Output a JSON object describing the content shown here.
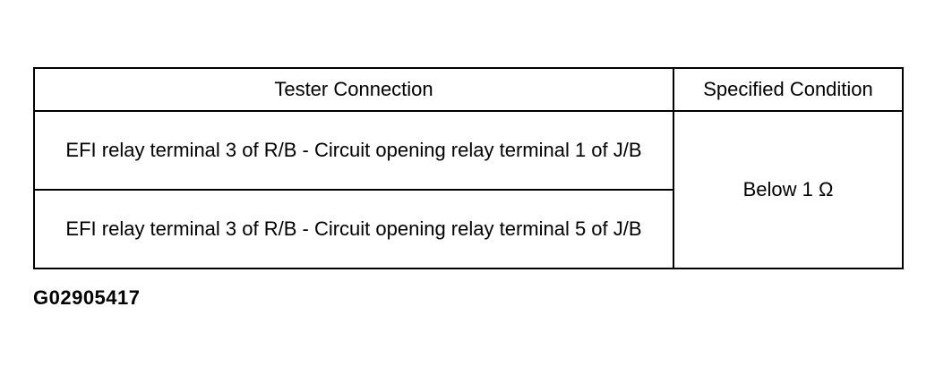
{
  "table": {
    "headers": [
      "Tester Connection",
      "Specified Condition"
    ],
    "rows": [
      {
        "connection": "EFI relay terminal 3 of R/B - Circuit opening relay terminal 1 of J/B"
      },
      {
        "connection": "EFI relay terminal 3 of R/B - Circuit opening relay terminal 5 of J/B"
      }
    ],
    "condition": "Below 1 Ω"
  },
  "figure_id": "G02905417"
}
